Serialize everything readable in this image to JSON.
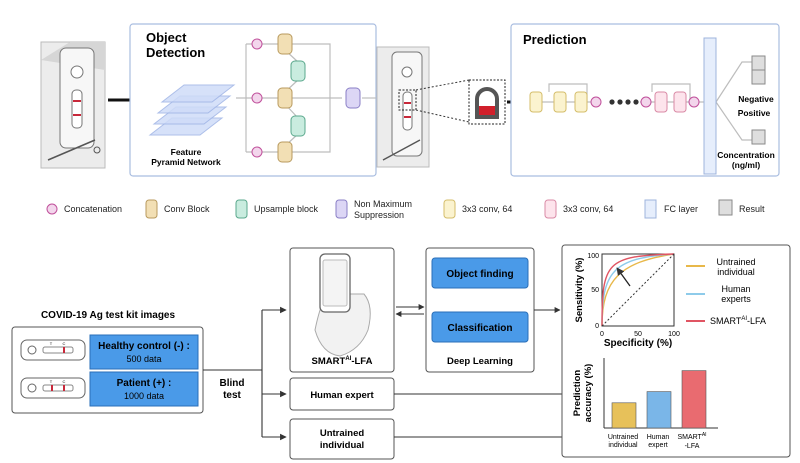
{
  "top": {
    "object_detection": {
      "title_line1": "Object",
      "title_line2": "Detection",
      "fpn_line1": "Feature",
      "fpn_line2": "Pyramid Network"
    },
    "prediction": {
      "title": "Prediction",
      "negative": "Negative",
      "positive": "Positive",
      "conc_line1": "Concentration",
      "conc_line2": "(ng/ml)"
    }
  },
  "legend": {
    "items": [
      {
        "label": "Concatenation",
        "icon": "circle",
        "color": "#f3d6ec",
        "stroke": "#c0509b"
      },
      {
        "label": "Conv Block",
        "icon": "block",
        "color": "#f2dfb4",
        "stroke": "#b89a5e"
      },
      {
        "label": "Upsample block",
        "icon": "block",
        "color": "#c9ecdf",
        "stroke": "#5aa88c"
      },
      {
        "label_line1": "Non Maximum",
        "label_line2": "Suppression",
        "icon": "block",
        "color": "#dcd6f5",
        "stroke": "#8a7fc6"
      },
      {
        "label": "3x3 conv, 64",
        "icon": "block",
        "color": "#fbf3cf",
        "stroke": "#d4bd6a"
      },
      {
        "label": "3x3 conv, 64",
        "icon": "block",
        "color": "#fde4ec",
        "stroke": "#d98aa6"
      },
      {
        "label": "FC layer",
        "icon": "block",
        "color": "#e6eefc",
        "stroke": "#9fb4dc"
      },
      {
        "label": "Result",
        "icon": "block",
        "color": "#dedede",
        "stroke": "#8a8a8a"
      }
    ]
  },
  "bottom": {
    "kit_title": "COVID-19 Ag test kit images",
    "healthy_label": "Healthy control (-) :",
    "healthy_count": "500 data",
    "patient_label": "Patient (+) :",
    "patient_count": "1000 data",
    "blind_line1": "Blind",
    "blind_line2": "test",
    "smart_label": "SMART",
    "smart_sup": "AI",
    "smart_suffix": "-LFA",
    "human_expert": "Human expert",
    "untrained_line1": "Untrained",
    "untrained_line2": "individual",
    "deep_learning": "Deep Learning",
    "object_finding": "Object finding",
    "classification": "Classification",
    "strip_t": "T",
    "strip_c": "C"
  },
  "roc_chart": {
    "ylabel": "Sensitivity (%)",
    "xlabel": "Specificity (%)",
    "yticks": [
      "100",
      "50",
      "0"
    ],
    "xticks": [
      "0",
      "50",
      "100"
    ],
    "legend": [
      {
        "line1": "Untrained",
        "line2": "individual",
        "color": "#e8b84a"
      },
      {
        "line1": "Human",
        "line2": "experts",
        "color": "#8ecbea"
      },
      {
        "line1": "SMART",
        "sup": "AI",
        "suffix": "-LFA",
        "color": "#e05563"
      }
    ]
  },
  "chart_data": {
    "type": "bar",
    "ylabel_line1": "Prediction",
    "ylabel_line2": "accuracy (%)",
    "categories": [
      "Untrained individual",
      "Human expert",
      "SMART-LFA"
    ],
    "category_labels": [
      {
        "line1": "Untrained",
        "line2": "individual"
      },
      {
        "line1": "Human",
        "line2": "expert"
      },
      {
        "line1": "SMART",
        "sup": "AI",
        "line2": "-LFA"
      }
    ],
    "values": [
      36,
      52,
      82
    ],
    "ylim": [
      0,
      100
    ],
    "colors": [
      "#e7c15a",
      "#7ab6e8",
      "#e96b70"
    ],
    "grid": false
  }
}
